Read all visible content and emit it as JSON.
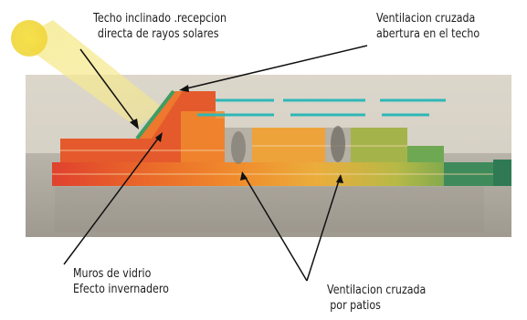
{
  "labels": {
    "sloped_roof": {
      "line1": "Techo inclinado .recepcion",
      "line2": "directa de rayos solares"
    },
    "roof_ventilation": {
      "line1": "Ventilacion cruzada",
      "line2": "abertura en el techo"
    },
    "glass_walls": {
      "line1": "Muros de vidrio",
      "line2": "Efecto invernadero"
    },
    "patio_ventilation": {
      "line1": "Ventilacion cruzada",
      "line2": "por patios"
    }
  },
  "icons": {
    "sun": "sun-icon"
  },
  "colors": {
    "sun": "#f3e05a",
    "sunbeam": "#f6ec9a",
    "terrain": "#cfc9bd",
    "ground": "#a9a49a",
    "red": "#e2472f",
    "orange": "#ee7a26",
    "yellow_orange": "#eea93a",
    "yellow": "#e6c23f",
    "green": "#7aa84a",
    "dark_green": "#3f8a5a",
    "cyan": "#2fb7b7",
    "arrow": "#111111"
  }
}
